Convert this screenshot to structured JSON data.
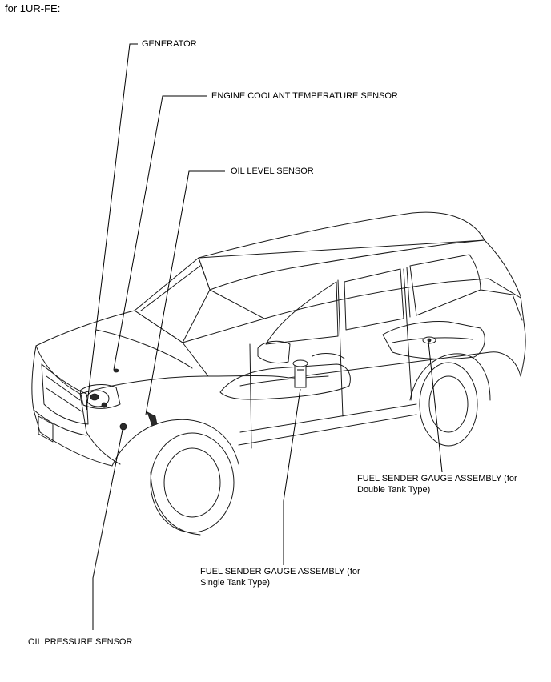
{
  "header": {
    "text": "for 1UR-FE:"
  },
  "labels": {
    "generator": "GENERATOR",
    "engine_coolant_temperature_sensor": "ENGINE COOLANT TEMPERATURE SENSOR",
    "oil_level_sensor": "OIL LEVEL SENSOR",
    "fuel_sender_double_line1": "FUEL SENDER GAUGE ASSEMBLY (for",
    "fuel_sender_double_line2": "Double Tank Type)",
    "fuel_sender_single_line1": "FUEL SENDER GAUGE ASSEMBLY (for",
    "fuel_sender_single_line2": "Single Tank Type)",
    "oil_pressure_sensor": "OIL PRESSURE SENSOR"
  }
}
